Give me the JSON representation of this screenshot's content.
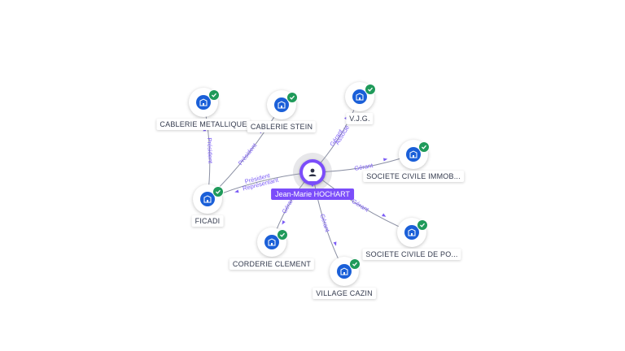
{
  "person": {
    "name": "Jean-Marie HOCHART",
    "icon": "person-icon"
  },
  "companies": [
    {
      "id": "cablerie-metallique",
      "label": "CABLERIE METALLIQUE",
      "icon": "building-icon",
      "verified": true
    },
    {
      "id": "cablerie-stein",
      "label": "CABLERIE STEIN",
      "icon": "building-icon",
      "verified": true
    },
    {
      "id": "vjg",
      "label": "V.J.G.",
      "icon": "building-icon",
      "verified": true
    },
    {
      "id": "sci-immob",
      "label": "SOCIETE CIVILE IMMOB...",
      "icon": "building-icon",
      "verified": true
    },
    {
      "id": "ficadi",
      "label": "FICADI",
      "icon": "building-icon",
      "verified": true
    },
    {
      "id": "sci-po",
      "label": "SOCIETE CIVILE DE PO...",
      "icon": "building-icon",
      "verified": true
    },
    {
      "id": "corderie",
      "label": "CORDERIE CLEMENT",
      "icon": "building-icon",
      "verified": true
    },
    {
      "id": "village-cazin",
      "label": "VILLAGE CAZIN",
      "icon": "building-icon",
      "verified": true
    }
  ],
  "edges": [
    {
      "from": "ficadi",
      "to": "cablerie-metallique",
      "labels": [
        "Président"
      ]
    },
    {
      "from": "ficadi",
      "to": "cablerie-stein",
      "labels": [
        "Président"
      ]
    },
    {
      "from": "person",
      "to": "ficadi",
      "labels": [
        "Président",
        "Représentant"
      ]
    },
    {
      "from": "person",
      "to": "vjg",
      "labels": [
        "Gérant",
        "Associé"
      ]
    },
    {
      "from": "person",
      "to": "sci-immob",
      "labels": [
        "Gérant"
      ]
    },
    {
      "from": "person",
      "to": "sci-po",
      "labels": [
        "Gérant"
      ]
    },
    {
      "from": "person",
      "to": "corderie",
      "labels": [
        "Gérant"
      ]
    },
    {
      "from": "person",
      "to": "village-cazin",
      "labels": [
        "Gérant"
      ]
    }
  ],
  "colors": {
    "accent": "#7b4dfa",
    "company": "#1a5fd8",
    "verified": "#1f9a5a",
    "edge_label": "#7b5cf5"
  }
}
